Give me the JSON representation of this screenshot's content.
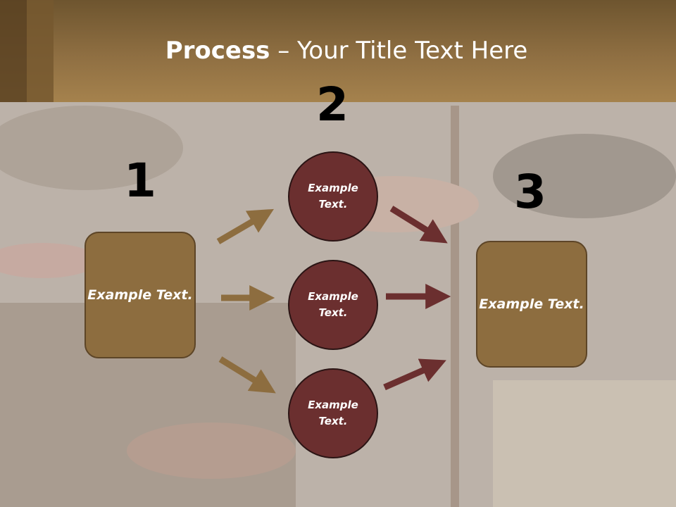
{
  "title": {
    "bold": "Process",
    "rest": " – Your Title Text Here"
  },
  "numbers": [
    "1",
    "2",
    "3"
  ],
  "left_box": {
    "text": "Example Text."
  },
  "circles": [
    {
      "text": "Example Text."
    },
    {
      "text": "Example Text."
    },
    {
      "text": "Example Text."
    }
  ],
  "right_box": {
    "text": "Example Text."
  },
  "colors": {
    "header": "#a5824d",
    "box_fill": "#8d6d3f",
    "circle_fill": "#6b2f2f",
    "arrow_left": "#8d6d3f",
    "arrow_right": "#6b2f2f"
  }
}
